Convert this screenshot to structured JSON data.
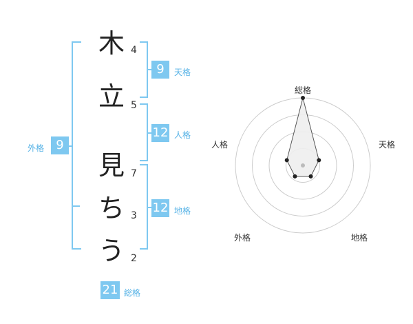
{
  "name": {
    "chars": [
      {
        "char": "木",
        "strokes": "4"
      },
      {
        "char": "立",
        "strokes": "5"
      },
      {
        "char": "見",
        "strokes": "7"
      },
      {
        "char": "ち",
        "strokes": "3"
      },
      {
        "char": "う",
        "strokes": "2"
      }
    ]
  },
  "fortunes": {
    "tenkaku": {
      "value": "9",
      "label": "天格"
    },
    "jinkaku": {
      "value": "12",
      "label": "人格"
    },
    "chikaku": {
      "value": "12",
      "label": "地格"
    },
    "gaikaku": {
      "value": "9",
      "label": "外格"
    },
    "soukaku": {
      "value": "21",
      "label": "総格"
    }
  },
  "radar": {
    "axes": [
      "総格",
      "天格",
      "地格",
      "外格",
      "人格"
    ],
    "values": [
      1.0,
      0.25,
      0.2,
      0.2,
      0.25
    ],
    "rings": 4,
    "colors": {
      "ring": "#cccccc",
      "fill": "#eeeeee",
      "line": "#555555",
      "dot": "#222222",
      "center": "#bbbbbb"
    }
  }
}
